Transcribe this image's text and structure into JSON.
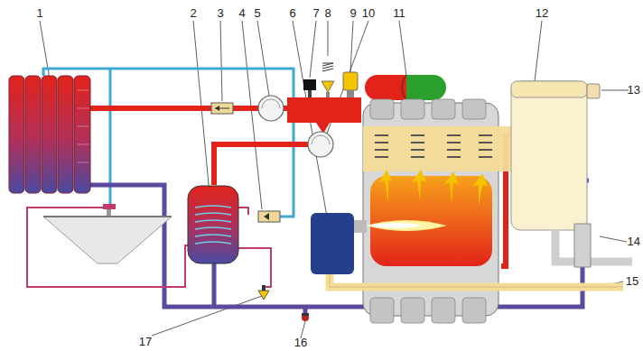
{
  "diagram": {
    "labels": [
      "1",
      "2",
      "3",
      "4",
      "5",
      "6",
      "7",
      "8",
      "9",
      "10",
      "11",
      "12",
      "13",
      "14",
      "15",
      "17",
      "16"
    ]
  }
}
